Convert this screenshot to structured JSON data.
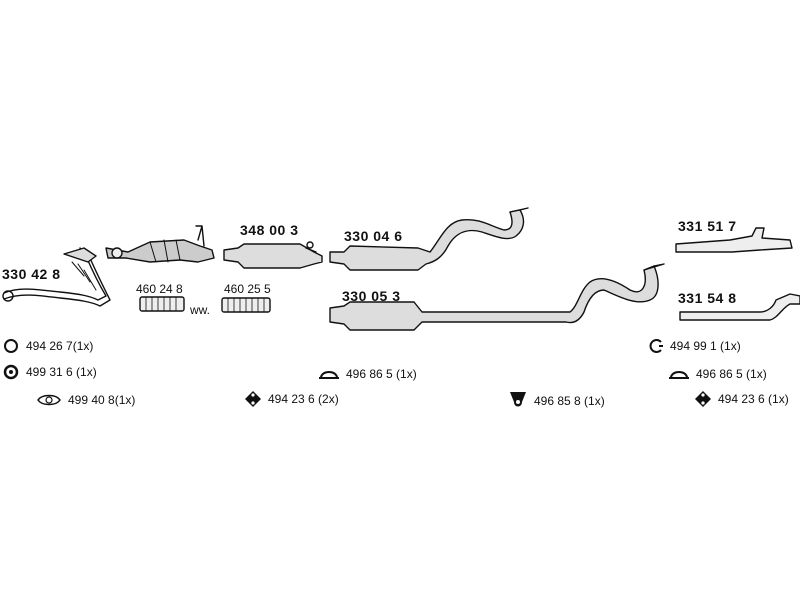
{
  "parts": {
    "front_pipe": "330 42 8",
    "catalyst": "348 00 3",
    "centre_silencer": "330 04 6",
    "rear_silencer": "330 05 3",
    "tail_pipe_a": "331 51 7",
    "tail_pipe_b": "331 54 8",
    "flex_a": "460 24 8",
    "flex_b": "460 25 5",
    "ww": "ww."
  },
  "fittings": {
    "f1": "494 26 7(1x)",
    "f2": "499 31 6 (1x)",
    "f3": "499 40 8(1x)",
    "f4": "494 23 6 (2x)",
    "f5": "496 86 5 (1x)",
    "f6": "496 85 8 (1x)",
    "f7": "494 99 1 (1x)",
    "f8": "496 86 5 (1x)",
    "f9": "494 23 6 (1x)"
  }
}
